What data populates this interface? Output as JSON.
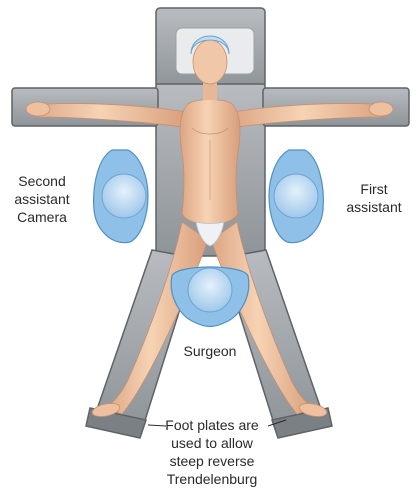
{
  "labels": {
    "second_assistant": [
      "Second",
      "assistant",
      "Camera"
    ],
    "first_assistant": [
      "First",
      "assistant"
    ],
    "surgeon": "Surgeon",
    "foot_plates": [
      "Foot plates are",
      "used to allow",
      "steep reverse",
      "Trendelenburg"
    ]
  },
  "colors": {
    "table_dark": "#6e7378",
    "table_fill": "#a7acb0",
    "table_light": "#c9cdd0",
    "skin": "#f2c9a6",
    "skin_shadow": "#d9a07c",
    "gown_blue": "#8fc1e8",
    "cap_blue": "#d6e9f8",
    "drape_white": "#eef2f4"
  },
  "icons": [
    "patient-figure",
    "operating-table",
    "surgeon-figure",
    "assistant-figure"
  ]
}
